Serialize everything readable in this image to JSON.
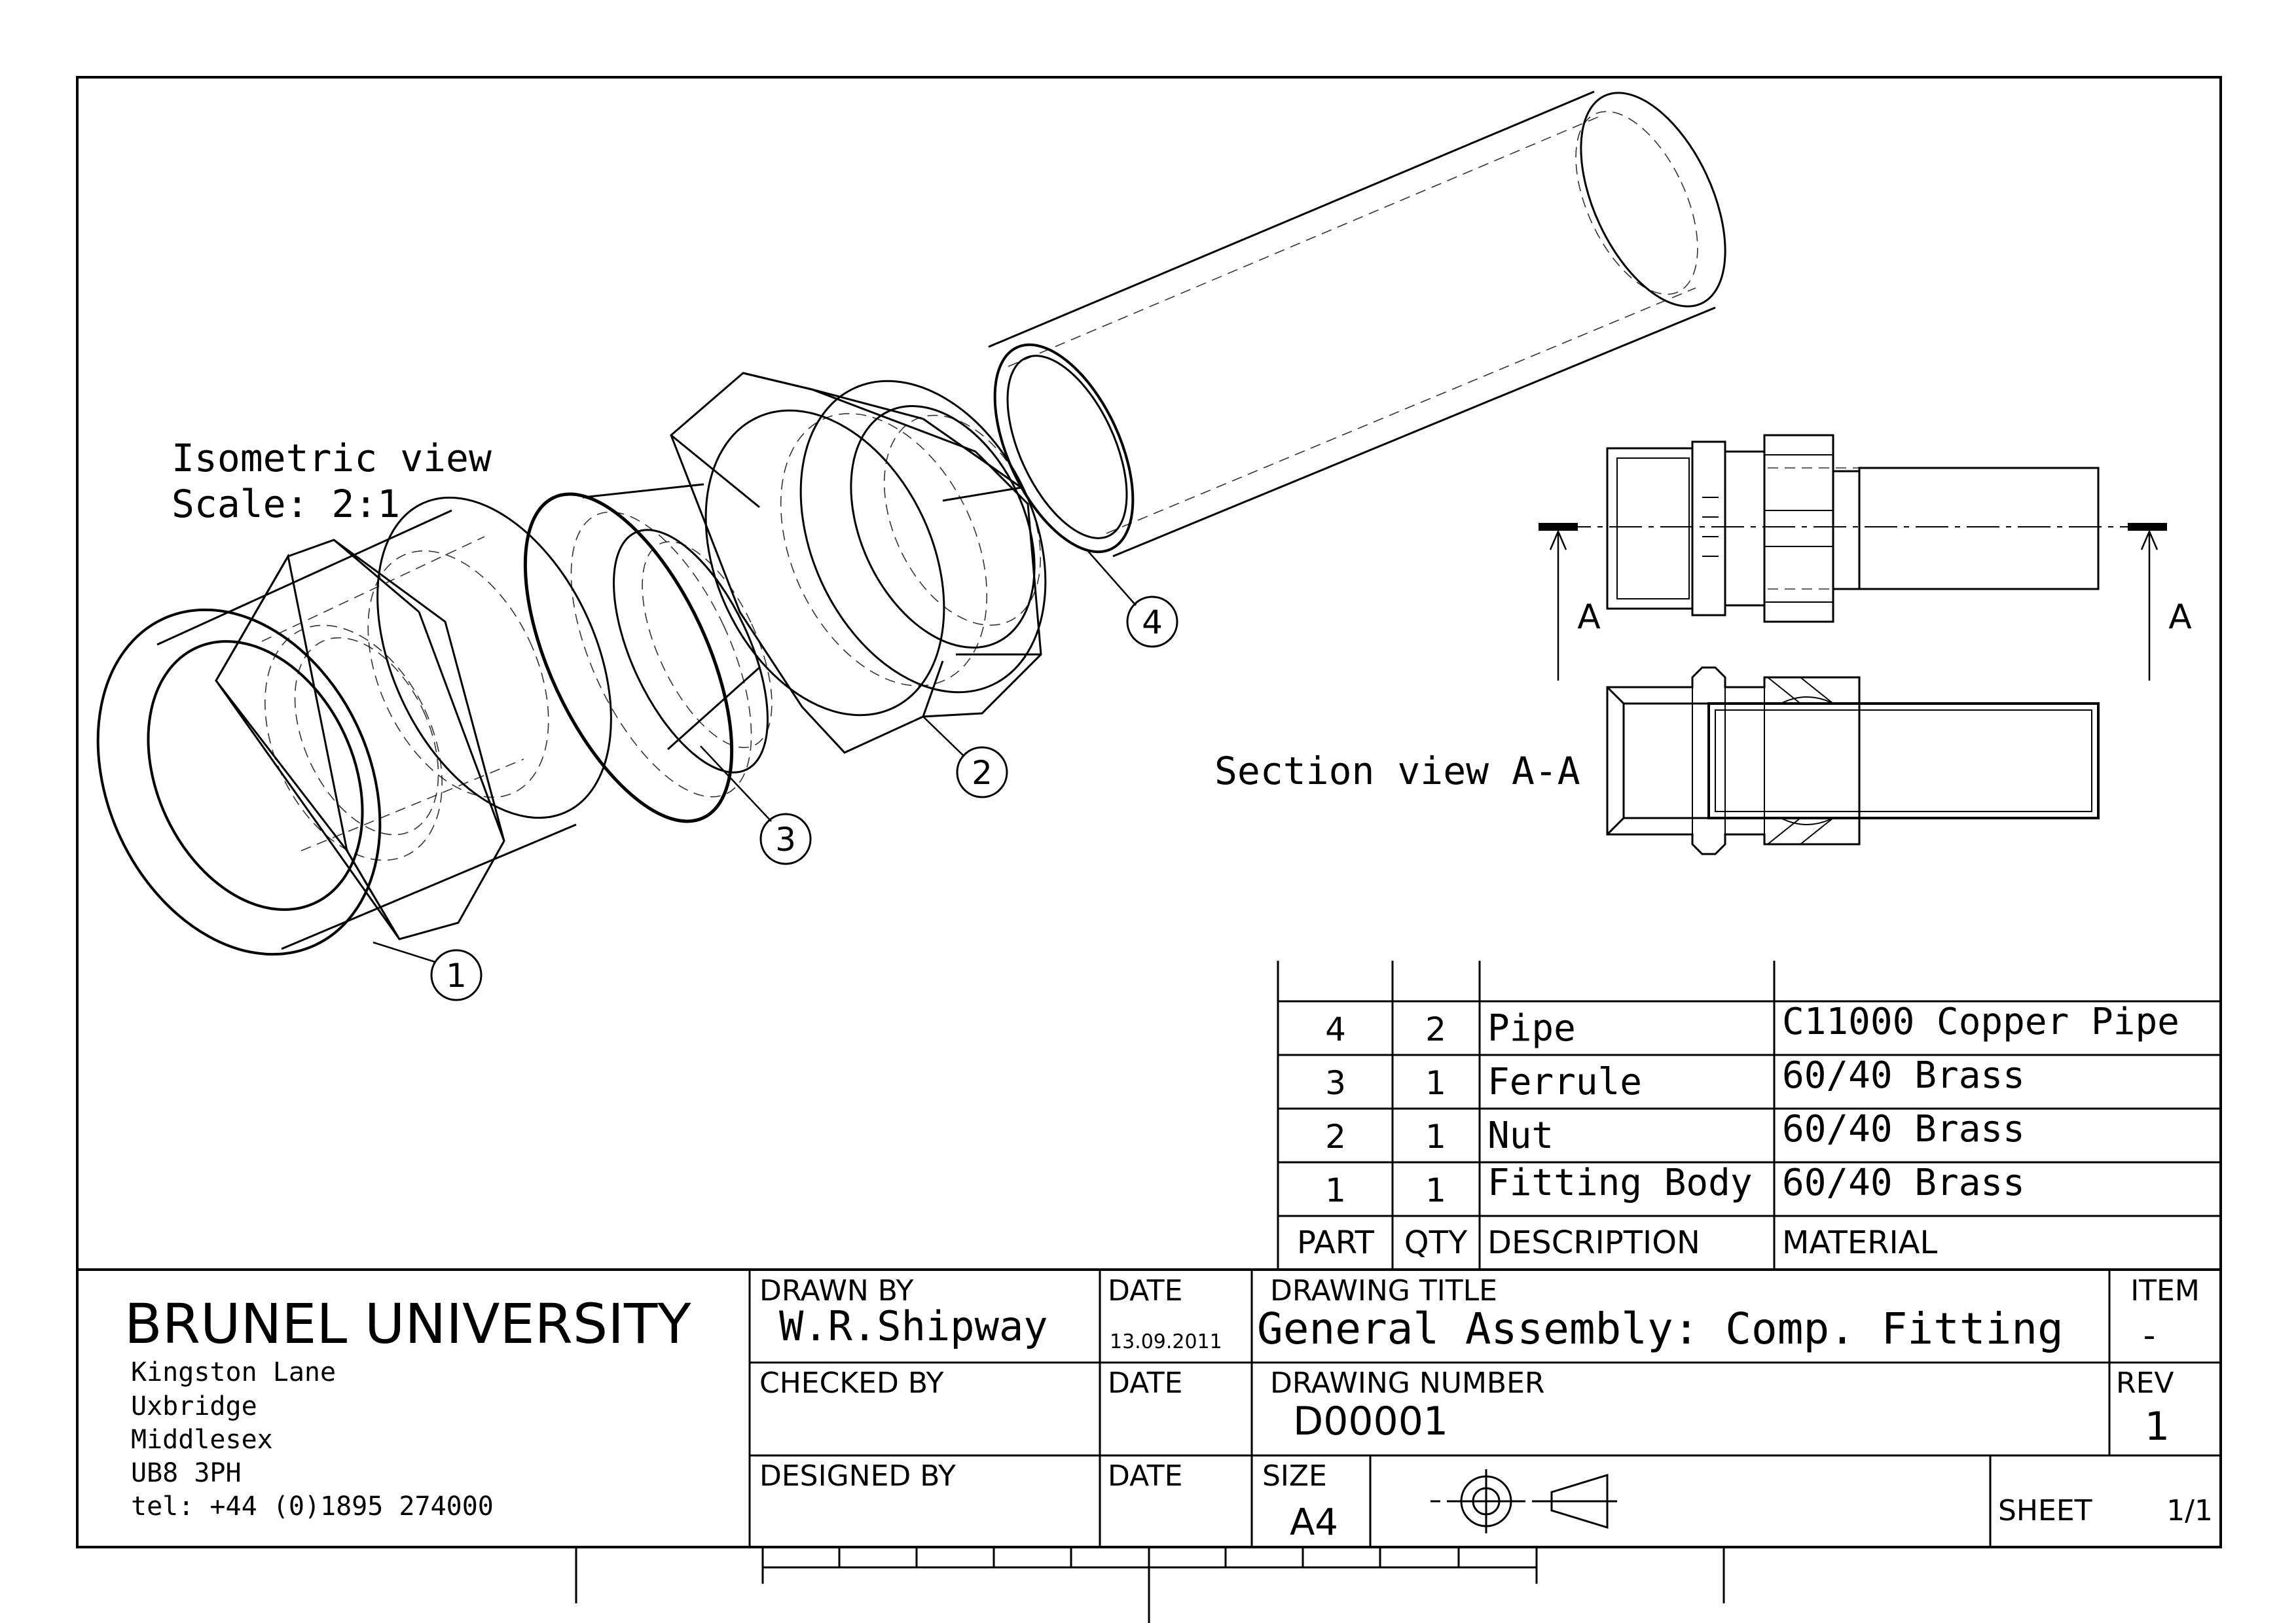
{
  "views": {
    "isometric_label": "Isometric view",
    "isometric_scale": "Scale: 2:1",
    "section_label": "Section view A-A",
    "section_marker": "A"
  },
  "balloons": [
    "1",
    "2",
    "3",
    "4"
  ],
  "parts_list": {
    "headers": {
      "part": "PART",
      "qty": "QTY",
      "description": "DESCRIPTION",
      "material": "MATERIAL"
    },
    "rows": [
      {
        "part": "4",
        "qty": "2",
        "description": "Pipe",
        "material": "C11000 Copper Pipe"
      },
      {
        "part": "3",
        "qty": "1",
        "description": "Ferrule",
        "material": "60/40 Brass"
      },
      {
        "part": "2",
        "qty": "1",
        "description": "Nut",
        "material": "60/40 Brass"
      },
      {
        "part": "1",
        "qty": "1",
        "description": "Fitting Body",
        "material": "60/40 Brass"
      }
    ]
  },
  "title_block": {
    "org_name": "BRUNEL UNIVERSITY",
    "address": [
      "Kingston Lane",
      "Uxbridge",
      "Middlesex",
      "UB8 3PH",
      "tel: +44 (0)1895 274000"
    ],
    "drawn_by_label": "DRAWN BY",
    "drawn_by": "W.R.Shipway",
    "date_label": "DATE",
    "drawn_date": "13.09.2011",
    "checked_by_label": "CHECKED BY",
    "designed_by_label": "DESIGNED BY",
    "drawing_title_label": "DRAWING TITLE",
    "drawing_title": "General Assembly: Comp. Fitting",
    "item_label": "ITEM",
    "item": "-",
    "drawing_number_label": "DRAWING NUMBER",
    "drawing_number": "D00001",
    "rev_label": "REV",
    "rev": "1",
    "size_label": "SIZE",
    "size": "A4",
    "sheet_label": "SHEET",
    "sheet": "1/1"
  }
}
